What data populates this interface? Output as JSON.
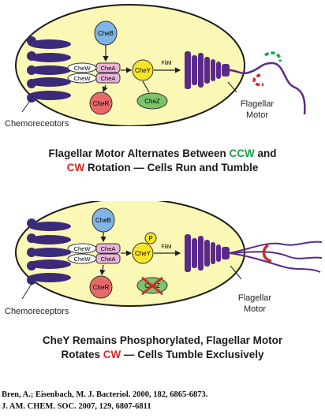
{
  "diagram1": {
    "proteins": {
      "cheb": "CheB",
      "chew1": "CheW",
      "chew2": "CheW",
      "chea1": "CheA",
      "chea2": "CheA",
      "cher": "CheR",
      "chey": "CheY",
      "chez": "CheZ",
      "flim": "FliM"
    },
    "labels": {
      "chemoreceptors": "Chemoreceptors",
      "flagellar_motor_line1": "Flagellar",
      "flagellar_motor_line2": "Motor"
    },
    "caption": {
      "part1": "Flagellar Motor Alternates Between ",
      "ccw": "CCW",
      "part2": " and",
      "cw": "CW",
      "part3": " Rotation — Cells Run and Tumble"
    }
  },
  "diagram2": {
    "proteins": {
      "cheb": "CheB",
      "chew1": "CheW",
      "chew2": "CheW",
      "chea1": "CheA",
      "chea2": "CheA",
      "cher": "CheR",
      "chey": "CheY",
      "phospho": "P",
      "chez": "CheZ",
      "flim": "FliM"
    },
    "labels": {
      "chemoreceptors": "Chemoreceptors",
      "flagellar_motor_line1": "Flagellar",
      "flagellar_motor_line2": "Motor"
    },
    "caption": {
      "line1": "CheY Remains Phosphorylated, Flagellar Motor",
      "part1": "Rotates ",
      "cw": "CW",
      "part2": " — Cells Tumble Exclusively"
    }
  },
  "references": [
    "Bren, A.; Eisenbach, M. J. Bacteriol. 2000, 182, 6865-6873.",
    "J. AM. CHEM. SOC. 2007, 129, 6807-6811"
  ],
  "colors": {
    "cell_fill": "#fbf7b5",
    "cell_stroke": "#1c1c1c",
    "receptor": "#3b2a7a",
    "motor": "#5a2a8a",
    "cheb": "#7fb4e6",
    "chea": "#e9b3d9",
    "cher": "#e8696a",
    "chey": "#f7e52a",
    "chez": "#7cc36b",
    "ccw_green": "#17a04a",
    "cw_red": "#d32a2a"
  }
}
